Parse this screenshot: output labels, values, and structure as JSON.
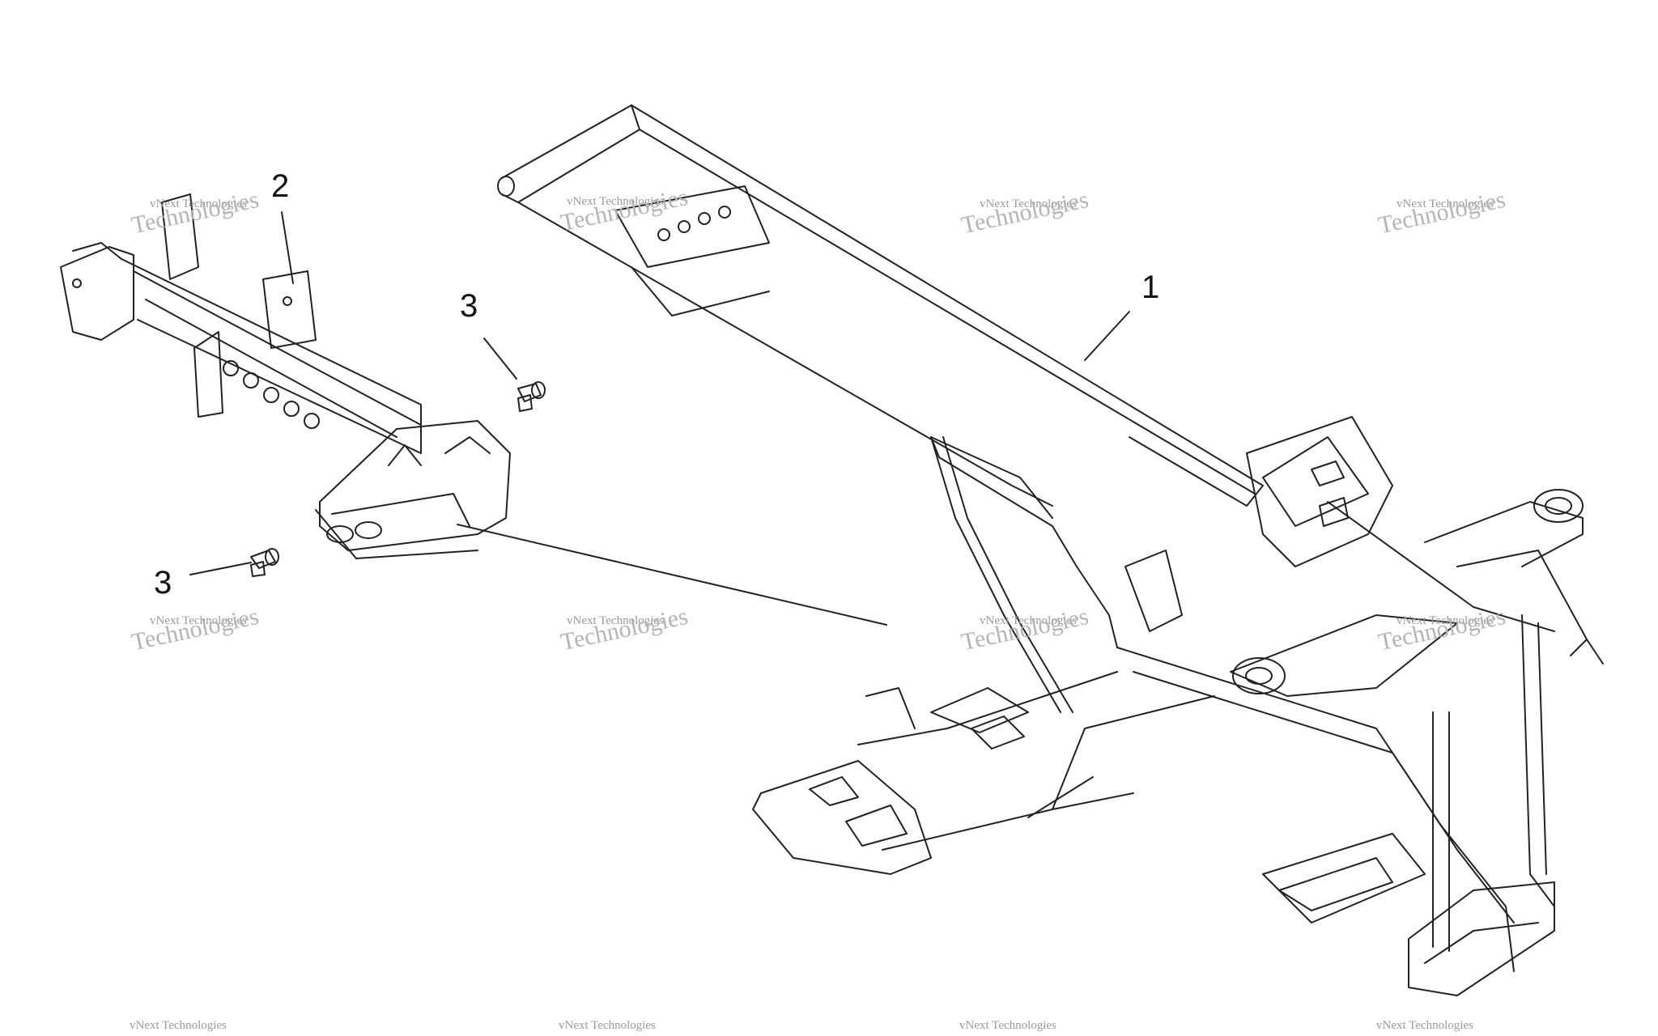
{
  "callouts": {
    "c1": "1",
    "c2": "2",
    "c3a": "3",
    "c3b": "3"
  },
  "watermark": {
    "line1": "vNext Technologies",
    "line2": "Technologies"
  },
  "colors": {
    "line": "#222222",
    "watermark": "#9a9a9a",
    "background": "#ffffff"
  }
}
